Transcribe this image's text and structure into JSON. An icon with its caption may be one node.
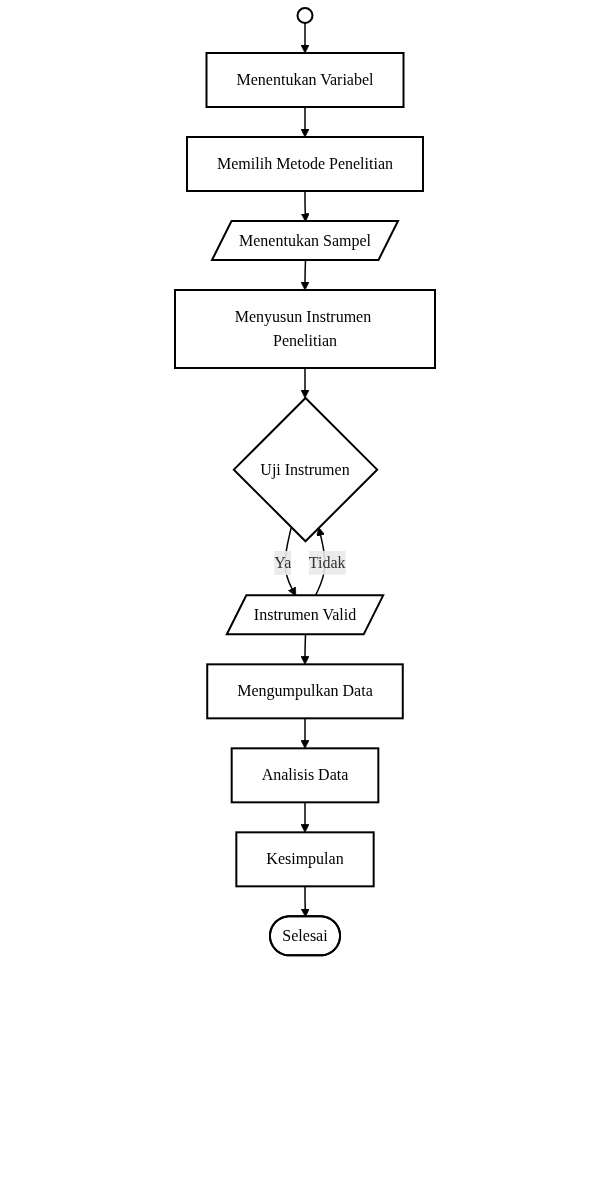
{
  "diagram": {
    "nodes": [
      {
        "text": [],
        "shape": "circle"
      },
      {
        "text": [
          "Menentukan Variabel"
        ]
      },
      {
        "text": [
          "Memilih Metode Penelitian"
        ]
      },
      {
        "text": [
          "Menentukan Sampel"
        ]
      },
      {
        "text": [
          "Menyusun Instrumen Penelitian"
        ]
      },
      {
        "text": [
          "Uji Instrumen"
        ]
      },
      {
        "text": [
          "Instrumen Valid"
        ]
      },
      {
        "text": [
          "Mengumpulkan Data"
        ]
      },
      {
        "text": [
          "Analisis Data"
        ]
      },
      {
        "text": [
          "Kesimpulan"
        ]
      },
      {
        "text": [
          "Selesai"
        ]
      }
    ],
    "edges": [
      {
        "from": 0,
        "to": 1,
        "arrow": "to"
      },
      {
        "from": 1,
        "to": 2,
        "arrow": "to"
      },
      {
        "from": 2,
        "to": 3,
        "arrow": "to"
      },
      {
        "from": 3,
        "to": 4,
        "arrow": "to"
      },
      {
        "from": 4,
        "to": 5,
        "arrow": "to"
      },
      {
        "from": 5,
        "to": 6,
        "arrow": "to",
        "label": "Ya"
      },
      {
        "from": 6,
        "to": 5,
        "arrow": "to",
        "label": "Tidak"
      },
      {
        "from": 6,
        "to": 7,
        "arrow": "to"
      },
      {
        "from": 7,
        "to": 8,
        "arrow": "to"
      },
      {
        "from": 8,
        "to": 9,
        "arrow": "to"
      },
      {
        "from": 9,
        "to": 10,
        "arrow": "to"
      }
    ]
  }
}
